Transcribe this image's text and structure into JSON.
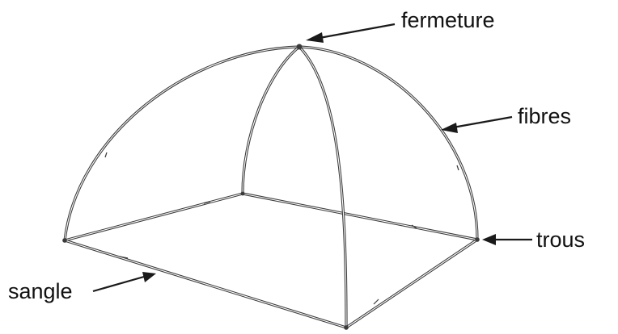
{
  "labels": {
    "fermeture": "fermeture",
    "fibres": "fibres",
    "trous": "trous",
    "sangle": "sangle"
  },
  "colors": {
    "line": "#3a3a3a",
    "text": "#111111",
    "background": "#ffffff"
  }
}
